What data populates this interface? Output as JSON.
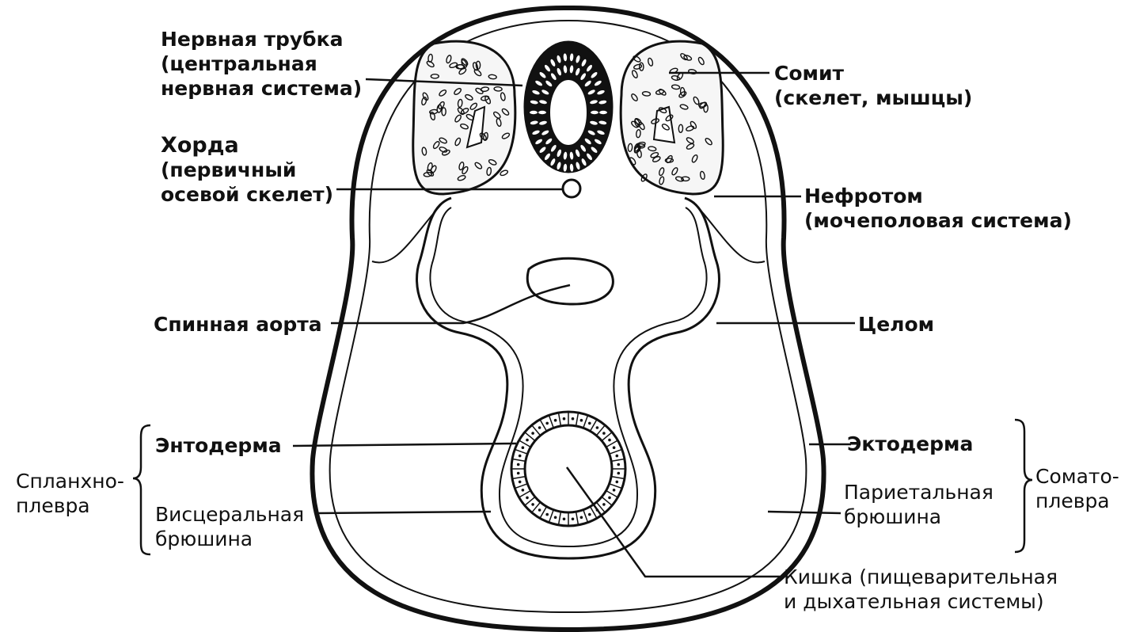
{
  "diagram": {
    "labels": {
      "neural_tube": [
        "Нервная трубка",
        "(центральная",
        "нервная система)"
      ],
      "somite": [
        "Сомит",
        "(скелет,  мышцы)"
      ],
      "notochord": [
        "Хорда",
        "(первичный",
        "осевой скелет)"
      ],
      "nephrotome": [
        "Нефротом",
        "(мочеполовая система)"
      ],
      "dorsal_aorta": [
        "Спинная аорта"
      ],
      "coelom": [
        "Целом"
      ],
      "endoderm": [
        "Энтодерма"
      ],
      "ectoderm": [
        "Эктодерма"
      ],
      "splanchnopleure": [
        "Спланхно-",
        "плевра"
      ],
      "somatopleure": [
        "Сомато-",
        "плевра"
      ],
      "visceral_peritoneum": [
        "Висцеральная",
        "брюшина"
      ],
      "parietal_peritoneum": [
        "Париетальная",
        "брюшина"
      ],
      "gut": [
        "Кишка  (пищеварительная",
        "и дыхательная  системы)"
      ]
    },
    "colors": {
      "ink": "#111111",
      "background": "#ffffff"
    }
  }
}
